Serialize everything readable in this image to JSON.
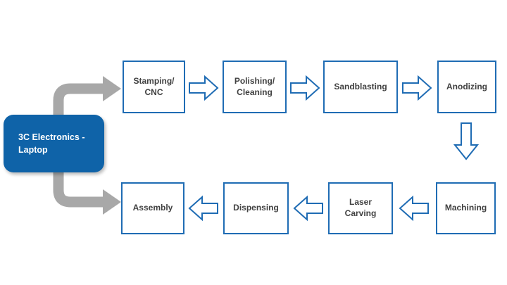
{
  "source_box": {
    "label": "3C Electronics -\nLaptop"
  },
  "process": {
    "top_row": [
      {
        "label": "Stamping/\nCNC"
      },
      {
        "label": "Polishing/\nCleaning"
      },
      {
        "label": "Sandblasting"
      },
      {
        "label": "Anodizing"
      }
    ],
    "bottom_row_display_left_to_right": [
      {
        "label": "Assembly"
      },
      {
        "label": "Dispensing"
      },
      {
        "label": "Laser\nCarving"
      },
      {
        "label": "Machining"
      }
    ]
  },
  "icons": {
    "right_block_arrow": "right-block-arrow-icon",
    "left_block_arrow": "left-block-arrow-icon",
    "down_block_arrow": "down-block-arrow-icon",
    "curved_gray_arrow": "curved-gray-arrow-icon"
  },
  "colors": {
    "source_fill_blue": "#0F63A8",
    "border_blue": "#1F6CB4",
    "arrow_gray": "#A8A8A8",
    "label_text_gray": "#404040",
    "source_text": "#FFFFFF",
    "background": "#FFFFFF"
  }
}
